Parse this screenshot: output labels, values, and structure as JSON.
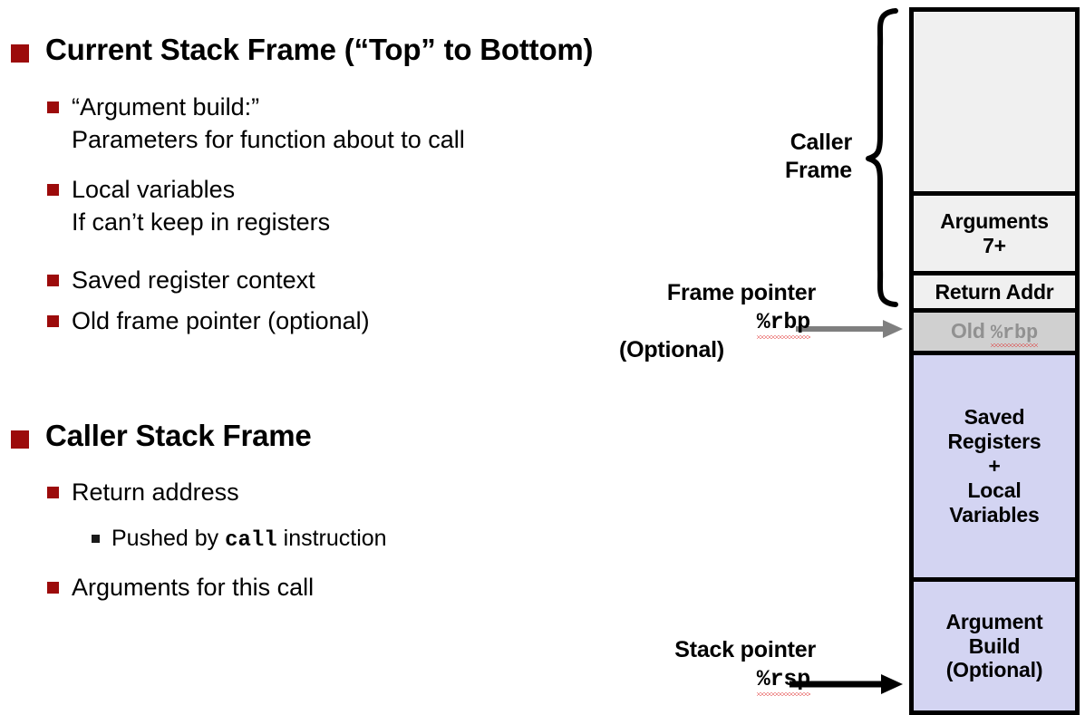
{
  "slide": {
    "sections": [
      {
        "id": "current-stack-frame",
        "title": "Current Stack Frame (“Top” to Bottom)",
        "bullets": [
          {
            "text": "“Argument build:”\nParameters for function about to call"
          },
          {
            "text": "Local variables\nIf can’t keep in registers"
          },
          {
            "text": "Saved register context"
          },
          {
            "text": "Old frame pointer (optional)"
          }
        ]
      },
      {
        "id": "caller-stack-frame",
        "title": "Caller Stack Frame",
        "bullets": [
          {
            "text": "Return address"
          },
          {
            "text": "Arguments for this call"
          }
        ],
        "subbullet": {
          "prefix": "Pushed by ",
          "code": "call",
          "suffix": " instruction"
        }
      }
    ]
  },
  "diagram": {
    "brace_label": "Caller\nFrame",
    "brace_label_lines": [
      "Caller",
      "Frame"
    ],
    "frame_pointer": {
      "label": "Frame pointer",
      "register": "%rbp",
      "note": "(Optional)",
      "arrow_color": "#7F7F7F"
    },
    "stack_pointer": {
      "label": "Stack pointer",
      "register": "%rsp",
      "arrow_color": "#000000"
    },
    "cells": [
      {
        "id": "empty-caller-region",
        "lines": [],
        "fill": "#F0F0F0"
      },
      {
        "id": "arguments-7-plus",
        "lines": [
          "Arguments",
          "7+"
        ],
        "fill": "#F0F0F0"
      },
      {
        "id": "return-address",
        "lines": [
          "Return Addr"
        ],
        "fill": "#F0F0F0"
      },
      {
        "id": "old-rbp",
        "lines": [
          "Old ",
          "%rbp"
        ],
        "fill": "#D0D0D0",
        "text_color": "#919191"
      },
      {
        "id": "saved-registers-and-locals",
        "lines": [
          "Saved",
          "Registers",
          "+",
          "Local",
          "Variables"
        ],
        "fill": "#D3D4F2"
      },
      {
        "id": "argument-build",
        "lines": [
          "Argument",
          "Build",
          "(Optional)"
        ],
        "fill": "#D3D4F2"
      }
    ]
  },
  "colors": {
    "bullet_primary": "#9C0B0B",
    "bullet_tertiary": "#1A1A1A",
    "cell_gray": "#F0F0F0",
    "cell_dark_gray": "#D0D0D0",
    "cell_lavender": "#D3D4F2",
    "border": "#000000",
    "gray_arrow": "#7F7F7F",
    "spellcheck_underline": "#E03030"
  }
}
